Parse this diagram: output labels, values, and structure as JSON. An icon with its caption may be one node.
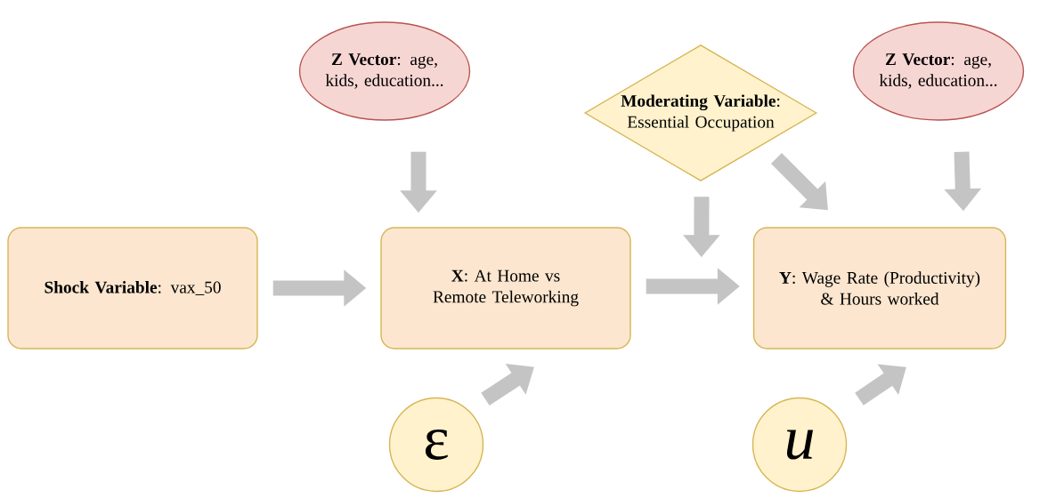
{
  "diagram": {
    "nodes": [
      {
        "text": [
          "**Z Vector**: age, kids, education..."
        ]
      },
      {
        "text": [
          "**Moderating Variable**: Essential Occupation"
        ]
      },
      {
        "text": [
          "**Z Vector**: age, kids, education..."
        ]
      },
      {
        "text": [
          "**Shock Variable**: vax_50"
        ]
      },
      {
        "text": [
          "**X**: At Home vs Remote Teleworking"
        ]
      },
      {
        "text": [
          "**Y**: Wage Rate (Productivity) & Hours worked"
        ]
      },
      {
        "text": [
          "ε"
        ]
      },
      {
        "text": [
          "u"
        ]
      }
    ],
    "edges": [
      {
        "from": 3,
        "to": 4,
        "arrow": "to"
      },
      {
        "from": 4,
        "to": 5,
        "arrow": "to"
      },
      {
        "from": 0,
        "to": 4,
        "arrow": "to"
      },
      {
        "from": 1,
        "to": 5,
        "arrow": "to"
      },
      {
        "from": 1,
        "to": 5,
        "arrow": "to"
      },
      {
        "from": 2,
        "to": 5,
        "arrow": "to"
      },
      {
        "from": 6,
        "to": 4,
        "arrow": "to"
      },
      {
        "from": 7,
        "to": 5,
        "arrow": "to"
      }
    ]
  }
}
